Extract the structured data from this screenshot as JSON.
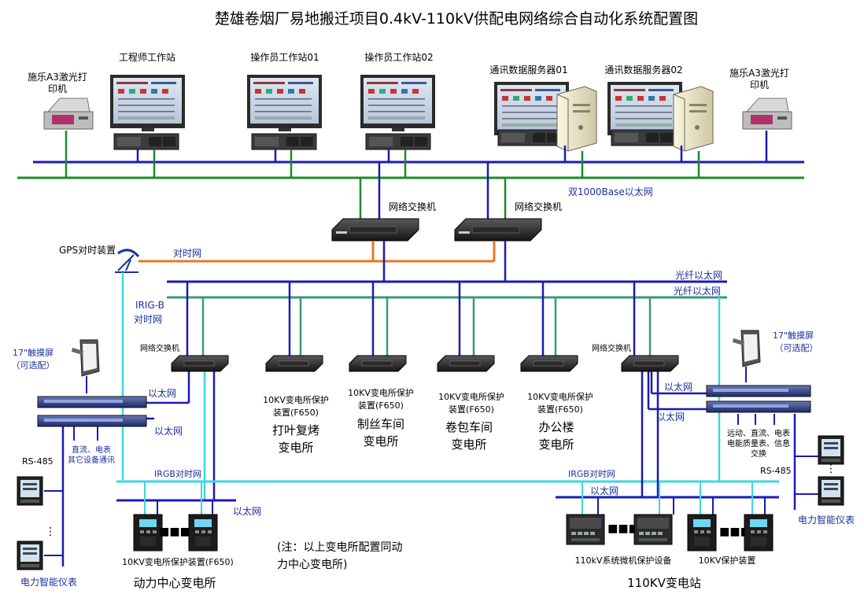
{
  "title": "楚雄卷烟厂易地搬迁项目0.4kV-110kV供配电网络综合自动化系统配置图",
  "top_devices": {
    "printer_left": [
      "施乐A3激光打",
      "印机"
    ],
    "engineer_ws": "工程师工作站",
    "operator_ws1": "操作员工作站01",
    "operator_ws2": "操作员工作站02",
    "comm_server1": "通讯数据服务器01",
    "comm_server2": "通讯数据服务器02",
    "printer_right": [
      "施乐A3激光打",
      "印机"
    ]
  },
  "network": {
    "dual_ethernet": "双1000Base以太网",
    "switch_a": "网络交换机",
    "switch_b": "网络交换机",
    "gps": "GPS对时装置",
    "timing_net": "对时网",
    "fiber1": "光纤以太网",
    "fiber2": "光纤以太网",
    "irig_b": [
      "IRIG-B",
      "对时网"
    ]
  },
  "left_station": {
    "switch": "网络交换机",
    "touch": [
      "17\"触摸屏",
      "（可选配）"
    ],
    "eth1": "以太网",
    "eth2": "以太网",
    "dc_note": [
      "直流、电表",
      "其它设备通讯"
    ],
    "rs485": "RS-485",
    "meter": "电力智能仪表",
    "irgb": "IRGB对时网",
    "eth3": "以太网",
    "device": "10KV变电所保护装置(F650)",
    "name": "动力中心变电所",
    "note": [
      "(注：以上变电所配置同动",
      "力中心变电所)"
    ]
  },
  "substations": [
    {
      "l1": "10KV变电所保护",
      "l2": "装置(F650)",
      "n1": "打叶复烤",
      "n2": "变电所"
    },
    {
      "l1": "10KV变电所保护",
      "l2": "装置(F650)",
      "n1": "制丝车间",
      "n2": "变电所"
    },
    {
      "l1": "10KV变电所保护",
      "l2": "装置(F650)",
      "n1": "卷包车间",
      "n2": "变电所"
    },
    {
      "l1": "10KV变电所保护",
      "l2": "装置(F650)",
      "n1": "办公楼",
      "n2": "变电所"
    }
  ],
  "right_station": {
    "switch": "网络交换机",
    "touch": [
      "17\"触摸屏",
      "（可选配）"
    ],
    "eth1": "以太网",
    "eth2": "以太网",
    "comm_note": [
      "远动、直流、电表",
      "电能质量表、信息",
      "交换"
    ],
    "rs485": "RS-485",
    "meter": "电力智能仪表",
    "irgb": "IRGB对时网",
    "eth3": "以太网",
    "dev_a": "110kV系统微机保护设备",
    "dev_b": "10KV保护装置",
    "name": "110KV变电站"
  },
  "colors": {
    "blue": "#1a1ab8",
    "green": "#1e8a2a",
    "orange": "#e8781e",
    "cyan": "#3fd6e0",
    "navy": "#1a2fa0"
  }
}
